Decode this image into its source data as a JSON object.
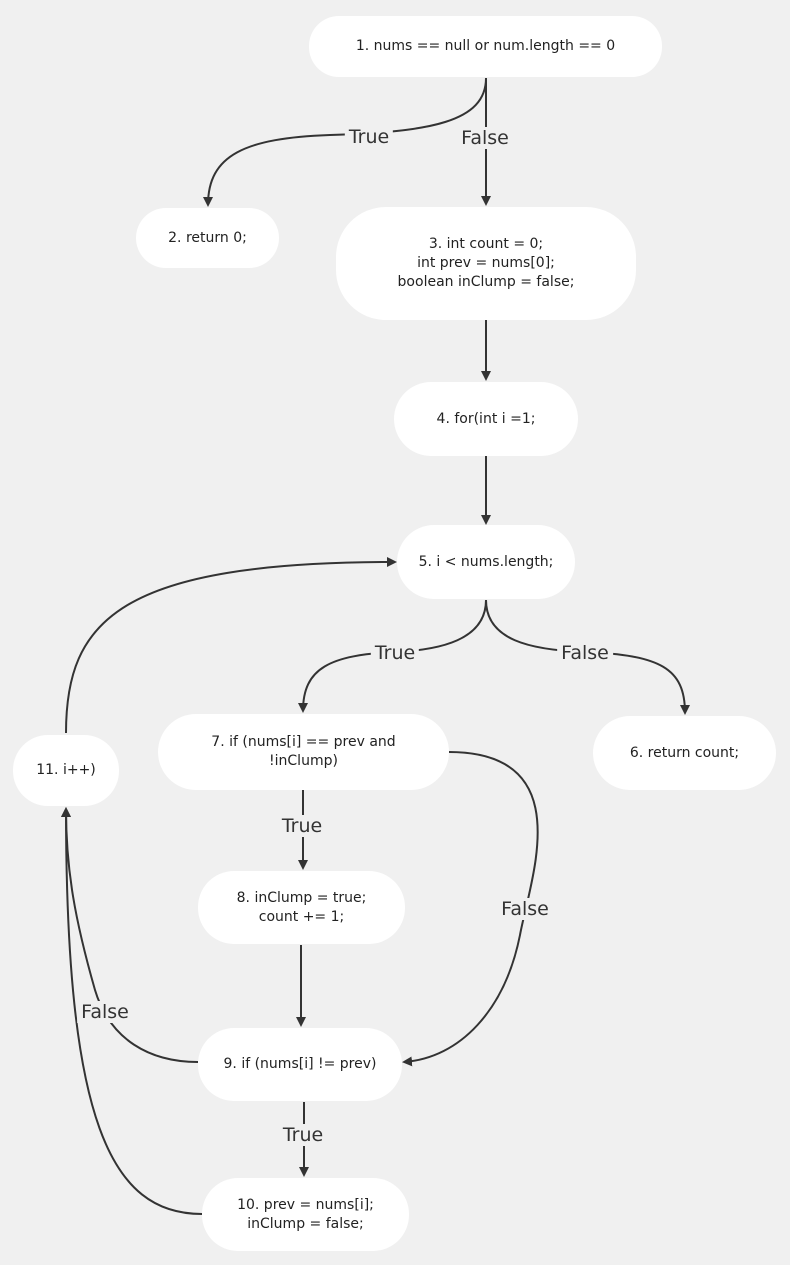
{
  "nodes": {
    "n1": "1.  nums == null or num.length == 0",
    "n2": "2. return 0;",
    "n3": "3. int count = 0;\nint prev = nums[0];\nboolean inClump = false;",
    "n4": "4. for(int i =1;",
    "n5": "5. i < nums.length;",
    "n6": "6. return count;",
    "n7": "7. if (nums[i] == prev and\n!inClump)",
    "n8": "8. inClump = true;\ncount += 1;",
    "n9": "9. if (nums[i] != prev)",
    "n10": "10. prev = nums[i];\ninClump = false;",
    "n11": "11. i++)"
  },
  "edges": {
    "e1_2": "True",
    "e1_3": "False",
    "e5_7": "True",
    "e5_6": "False",
    "e7_8": "True",
    "e7_9": "False",
    "e9_10": "True",
    "e9_11": "False"
  },
  "colors": {
    "background": "#f0f0f0",
    "node_fill": "#ffffff",
    "edge_stroke": "#333333",
    "text": "#222222"
  }
}
